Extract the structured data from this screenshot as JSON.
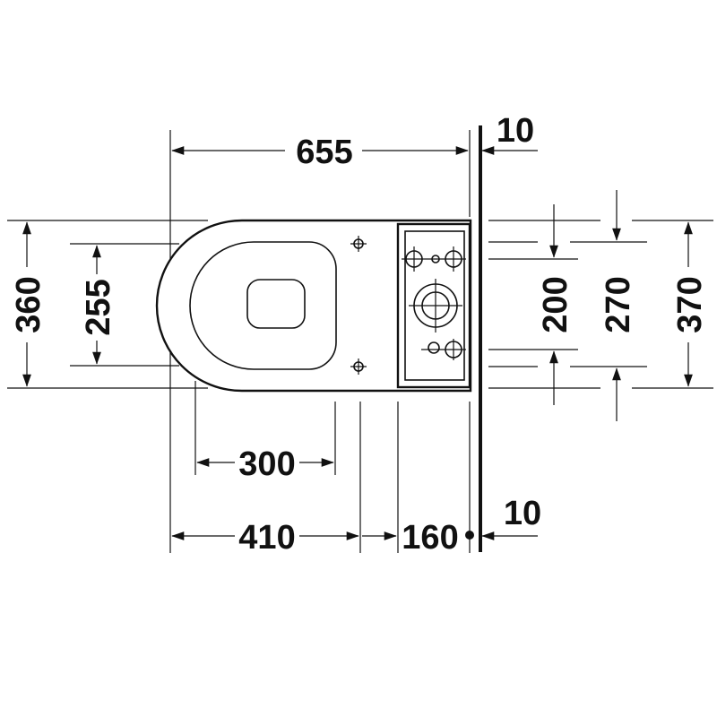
{
  "dimensions": {
    "overall_length": "655",
    "wall_gap_top": "10",
    "wall_gap_bottom": "10",
    "overall_width": "360",
    "seat_width": "255",
    "seat_depth": "300",
    "front_to_fixing": "410",
    "fixing_to_wall": "160",
    "cistern_inner": "200",
    "cistern_mid": "270",
    "cistern_outer": "370"
  },
  "colors": {
    "line": "#111111",
    "background": "#ffffff"
  }
}
